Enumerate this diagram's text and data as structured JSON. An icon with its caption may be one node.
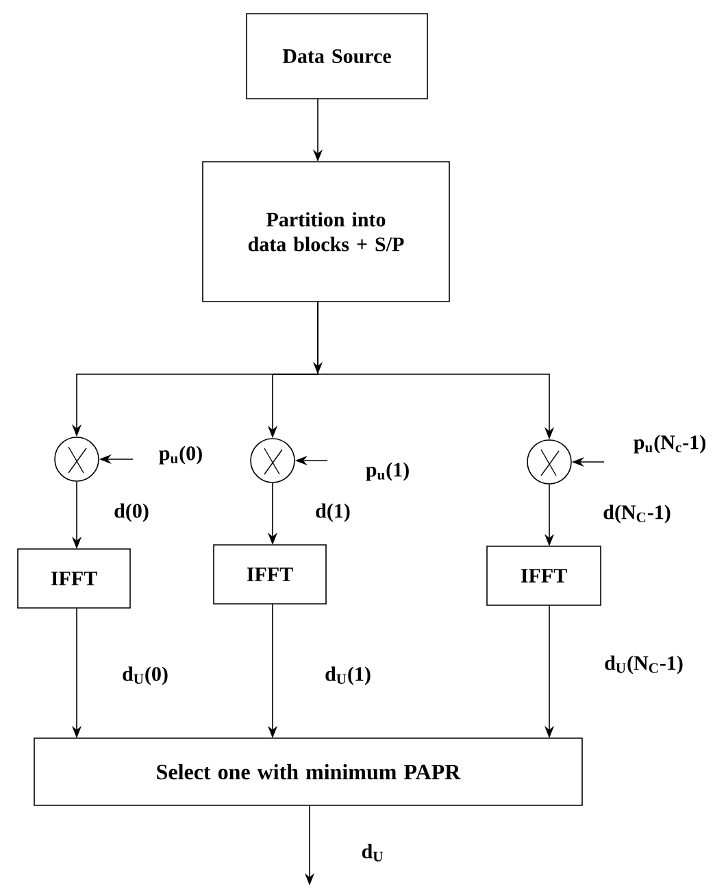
{
  "diagram": {
    "nodes": [
      {
        "text": [
          "Data Source"
        ]
      },
      {
        "text": [
          "Partition into data blocks + S/P"
        ]
      },
      {
        "text": [],
        "shape": "circle"
      },
      {
        "text": [],
        "shape": "circle"
      },
      {
        "text": [],
        "shape": "circle"
      },
      {
        "text": [
          "IFFT"
        ]
      },
      {
        "text": [
          "IFFT"
        ]
      },
      {
        "text": [
          "IFFT"
        ]
      },
      {
        "text": [
          "Select one with minimum PAPR"
        ]
      }
    ],
    "edges": [
      {
        "from": 0,
        "to": 1,
        "arrow": "to"
      },
      {
        "from": 1,
        "to": 2,
        "arrow": "to"
      },
      {
        "from": 1,
        "to": 3,
        "arrow": "to"
      },
      {
        "from": 1,
        "to": 4,
        "arrow": "to"
      },
      {
        "from": null,
        "to": 2,
        "arrow": "to",
        "label": "p$_{u}$(0)"
      },
      {
        "from": null,
        "to": 3,
        "arrow": "to",
        "label": "p$_{u}$(1)"
      },
      {
        "from": null,
        "to": 4,
        "arrow": "to",
        "label": "p$_{u}$(N$_{c}$-1)"
      },
      {
        "from": 2,
        "to": 5,
        "arrow": "to",
        "label": "d(0)"
      },
      {
        "from": 3,
        "to": 6,
        "arrow": "to",
        "label": "d(1)"
      },
      {
        "from": 4,
        "to": 7,
        "arrow": "to",
        "label": "d(N$_{C}$-1)"
      },
      {
        "from": 5,
        "to": 8,
        "arrow": "to",
        "label": "d$_{U}$(0)"
      },
      {
        "from": 6,
        "to": 8,
        "arrow": "to",
        "label": "d$_{U}$(1)"
      },
      {
        "from": 7,
        "to": 8,
        "arrow": "to",
        "label": "d$_{U}$(N$_{C}$-1)"
      },
      {
        "from": 8,
        "to": null,
        "arrow": "to",
        "label": "d$_{U}$"
      }
    ]
  }
}
